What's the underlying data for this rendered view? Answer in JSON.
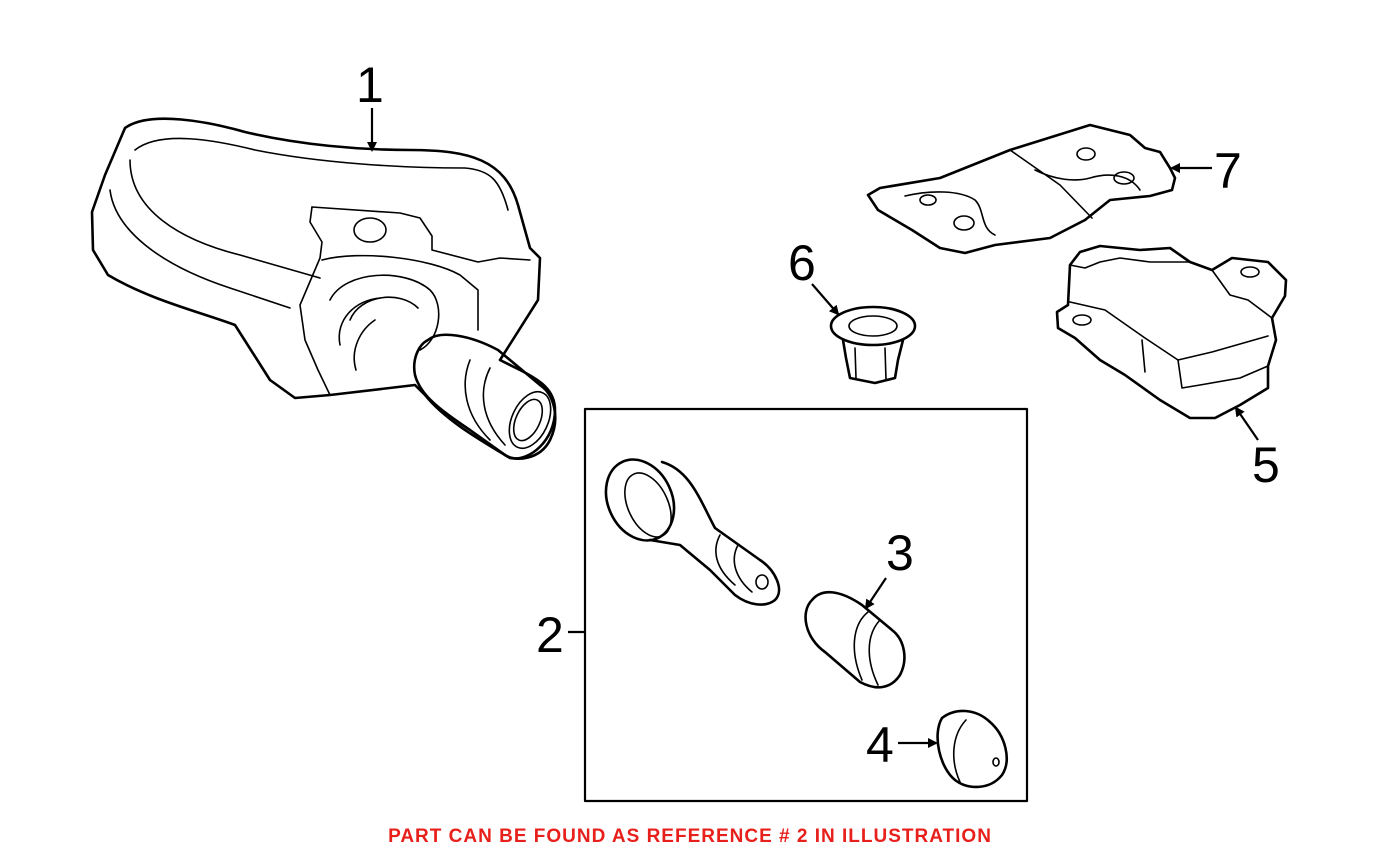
{
  "callouts": {
    "c1": "1",
    "c2": "2",
    "c3": "3",
    "c4": "4",
    "c5": "5",
    "c6": "6",
    "c7": "7"
  },
  "caption": "PART CAN BE FOUND AS REFERENCE # 2 IN ILLUSTRATION",
  "colors": {
    "caption": "#e8201c",
    "line": "#000000",
    "background": "#ffffff"
  }
}
